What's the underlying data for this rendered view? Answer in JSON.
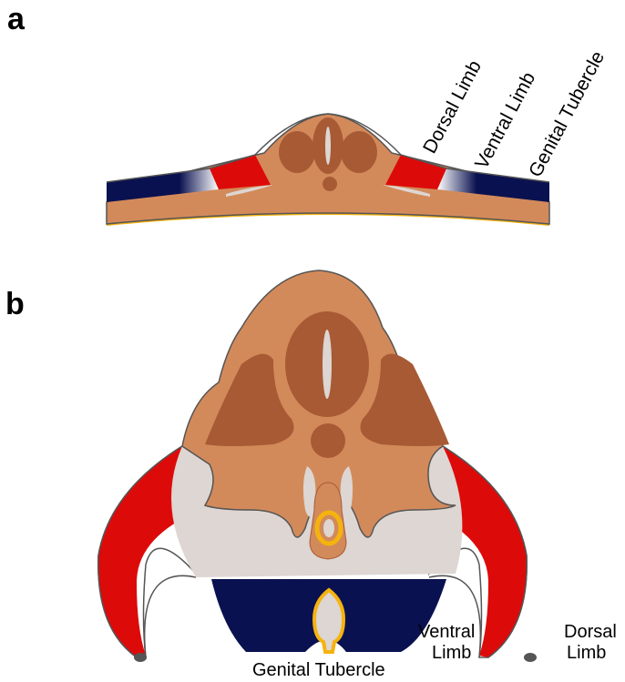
{
  "panel_a": {
    "letter": "a",
    "labels": {
      "dorsal_limb": "Dorsal Limb",
      "ventral_limb": "Ventral Limb",
      "genital_tubercle": "Genital Tubercle"
    }
  },
  "panel_b": {
    "letter": "b",
    "labels": {
      "genital_tubercle": "Genital Tubercle",
      "ventral_limb_1": "Ventral",
      "ventral_limb_2": "Limb",
      "dorsal_limb_1": "Dorsal",
      "dorsal_limb_2": "Limb"
    }
  },
  "colors": {
    "tissue": "#d38a5a",
    "dark_tissue": "#a85a35",
    "pale": "#ddd6d2",
    "red": "#dd0a0a",
    "navy": "#0a1150",
    "yellow": "#f5b310",
    "outline": "#555555"
  }
}
